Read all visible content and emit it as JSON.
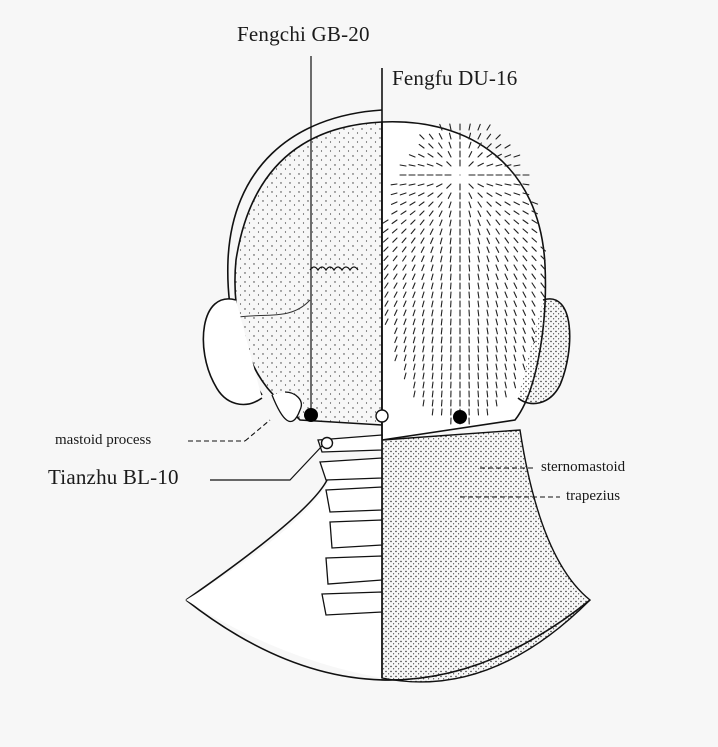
{
  "labels": {
    "fengchi": "Fengchi GB-20",
    "fengfu": "Fengfu DU-16",
    "tianzhu": "Tianzhu BL-10",
    "mastoid_process": "mastoid process",
    "sternomastoid": "sternomastoid",
    "trapezius": "trapezius"
  },
  "colors": {
    "background": "#f7f7f7",
    "ink": "#1a1a1a",
    "point_filled": "#000000",
    "point_open": "#ffffff"
  },
  "points": [
    {
      "name": "Fengchi GB-20",
      "side": "left",
      "style": "filled"
    },
    {
      "name": "Fengchi GB-20",
      "side": "right",
      "style": "filled"
    },
    {
      "name": "Fengfu DU-16",
      "side": "midline",
      "style": "open"
    },
    {
      "name": "Tianzhu BL-10",
      "side": "left",
      "style": "open"
    }
  ]
}
